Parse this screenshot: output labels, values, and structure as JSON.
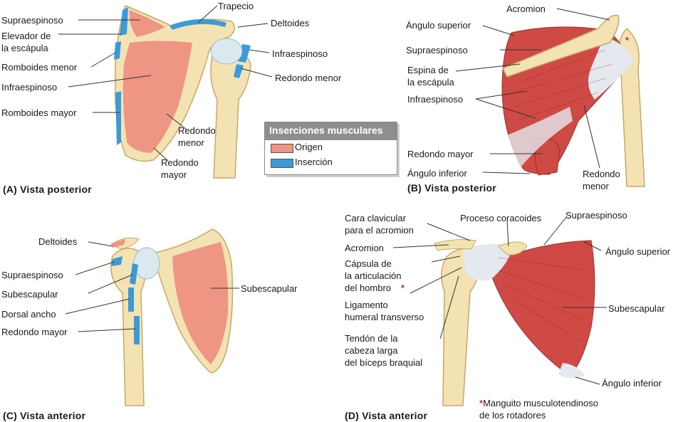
{
  "colors": {
    "bone": "#f3e3b3",
    "bone_edge": "#c9a766",
    "origin": "#ef9583",
    "insertion": "#3b9ad8",
    "muscle": "#cf4a45",
    "tendon": "#e4e8ef"
  },
  "legend": {
    "title": "Inserciones musculares",
    "items": [
      {
        "label": "Origen",
        "color": "#ef9583"
      },
      {
        "label": "Inserción",
        "color": "#3b9ad8"
      }
    ]
  },
  "panels": {
    "A": "(A) Vista posterior",
    "B": "(B) Vista posterior",
    "C": "(C) Vista anterior",
    "D": "(D) Vista anterior"
  },
  "labels_A": {
    "supraespinoso": "Supraespinoso",
    "elevador": "Elevador de\nla escápula",
    "romboides_menor": "Romboides menor",
    "infraespinoso_left": "Infraespinoso",
    "romboides_mayor": "Romboides mayor",
    "trapecio": "Trapecio",
    "deltoides": "Deltoides",
    "infraespinoso_right": "Infraespinoso",
    "redondo_menor_right": "Redondo menor",
    "redondo_menor_bottom": "Redondo\nmenor",
    "redondo_mayor": "Redondo\nmayor"
  },
  "labels_B": {
    "acromion": "Acromion",
    "angulo_superior": "Ángulo superior",
    "supraespinoso": "Supraespinoso",
    "espina": "Espina de\nla escápula",
    "infraespinoso": "Infraespinoso",
    "redondo_mayor": "Redondo mayor",
    "angulo_inferior": "Ángulo inferior",
    "redondo_menor": "Redondo\nmenor",
    "asterisk": "*"
  },
  "labels_C": {
    "deltoides": "Deltoides",
    "supraespinoso": "Supraespinoso",
    "subescapular_left": "Subescapular",
    "dorsal_ancho": "Dorsal ancho",
    "redondo_mayor": "Redondo mayor",
    "subescapular_right": "Subescapular"
  },
  "labels_D": {
    "cara_clavicular": "Cara clavicular\npara el acromion",
    "proceso_coracoides": "Proceso coracoides",
    "supraespinoso": "Supraespinoso",
    "acromion": "Acromion",
    "angulo_superior": "Ángulo superior",
    "capsula": "Cápsula de\nla articulación\ndel hombro",
    "capsula_star": "*",
    "ligamento": "Ligamento\nhumeral transverso",
    "subescapular": "Subescapular",
    "tendon": "Tendón de la\ncabeza larga\ndel bíceps braquial",
    "angulo_inferior": "Ángulo inferior"
  },
  "footnote": {
    "star": "*",
    "text": "Manguito musculotendinoso\nde los rotadores"
  }
}
